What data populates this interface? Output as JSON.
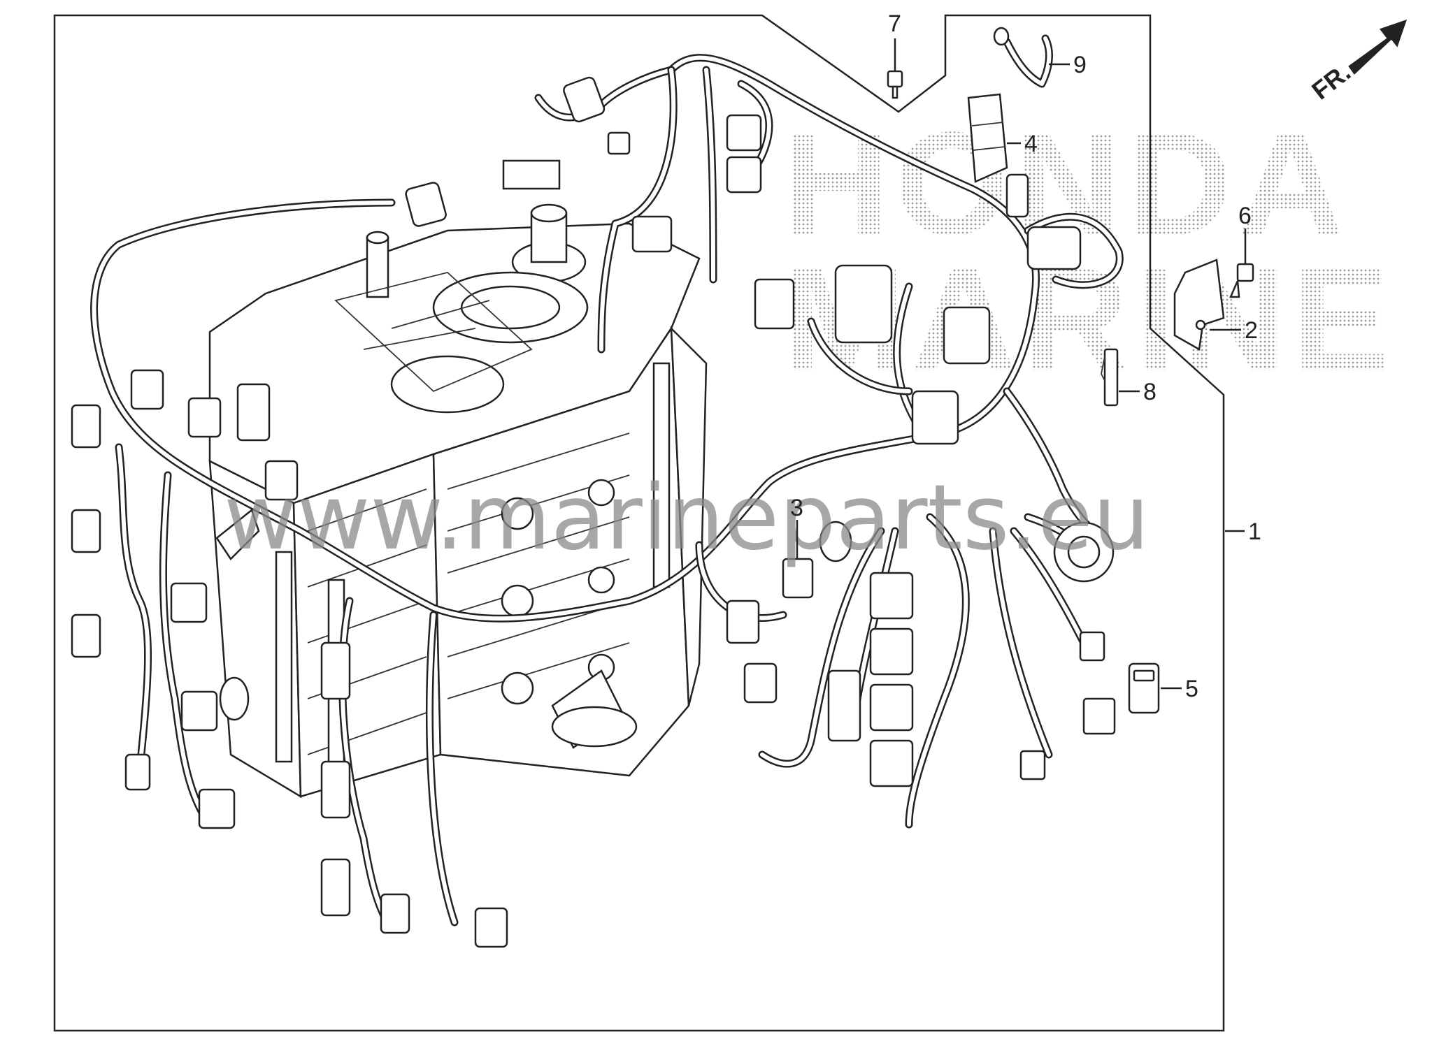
{
  "watermark": {
    "url": "www.marineparts.eu",
    "brand_line1": "HONDA",
    "brand_line2": "MARINE"
  },
  "orientation": {
    "label": "FR."
  },
  "callouts": [
    {
      "id": "1",
      "label": "1"
    },
    {
      "id": "2",
      "label": "2"
    },
    {
      "id": "3",
      "label": "3"
    },
    {
      "id": "4",
      "label": "4"
    },
    {
      "id": "5",
      "label": "5"
    },
    {
      "id": "6",
      "label": "6"
    },
    {
      "id": "7",
      "label": "7"
    },
    {
      "id": "8",
      "label": "8"
    },
    {
      "id": "9",
      "label": "9"
    }
  ]
}
